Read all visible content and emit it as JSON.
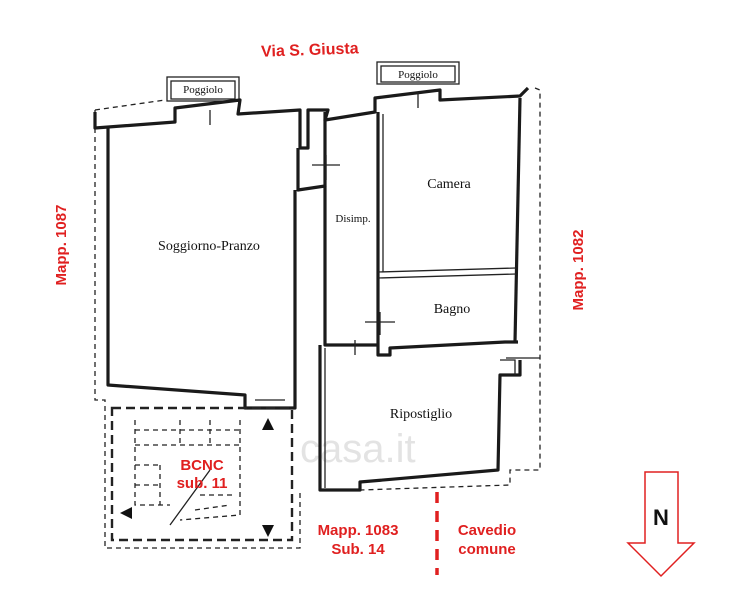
{
  "street": "Via S. Giusta",
  "rooms": {
    "balcony_left": "Poggiolo",
    "balcony_right": "Poggiolo",
    "living": "Soggiorno-Pranzo",
    "hall": "Disimp.",
    "bedroom": "Camera",
    "bathroom": "Bagno",
    "storage": "Ripostiglio"
  },
  "neighbors": {
    "west": "Mapp. 1087",
    "east": "Mapp. 1082",
    "south_line1": "Mapp. 1083",
    "south_line2": "Sub. 14"
  },
  "common": {
    "bcnc_line1": "BCNC",
    "bcnc_line2": "sub. 11",
    "cavedio_line1": "Cavedio",
    "cavedio_line2": "comune"
  },
  "compass": {
    "letter": "N"
  },
  "watermark": "casa.it",
  "colors": {
    "annotation": "#e02020",
    "walls": "#1a1a1a"
  }
}
